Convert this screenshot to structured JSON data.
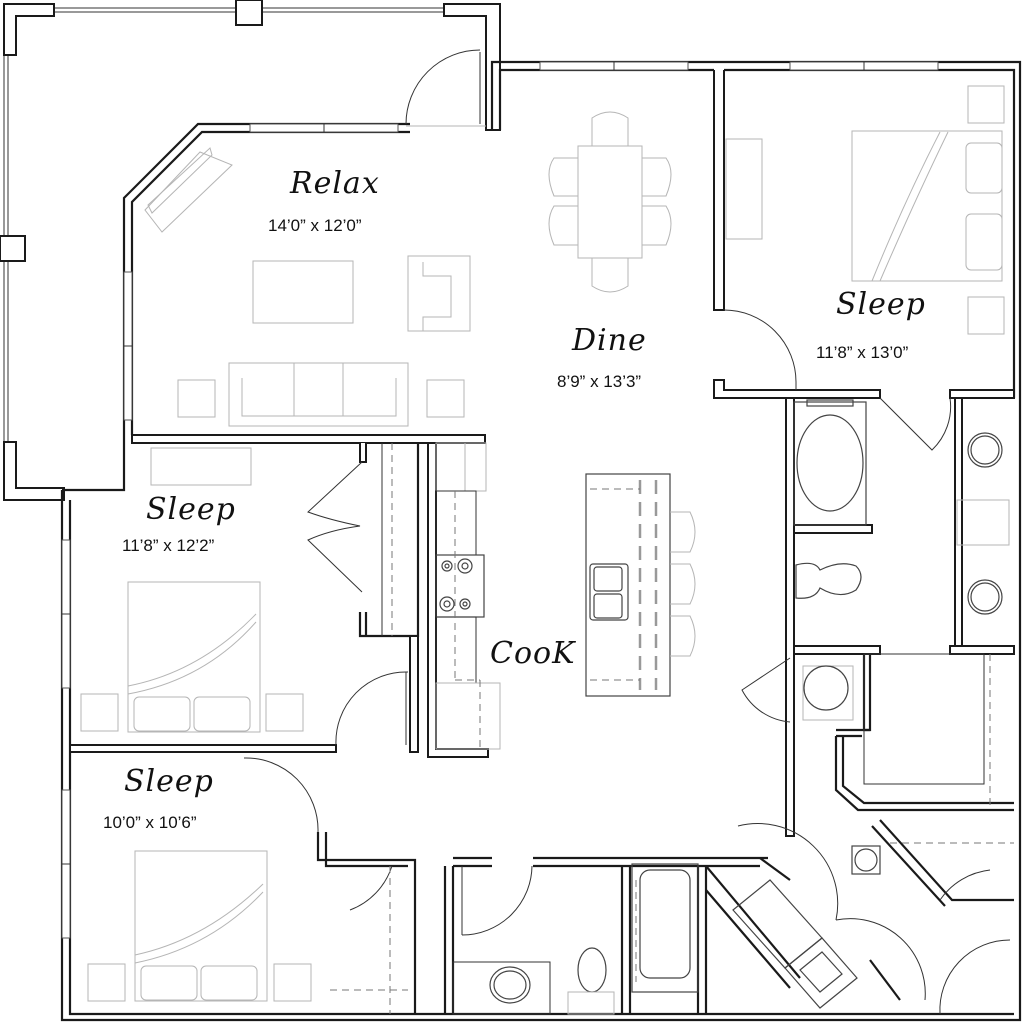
{
  "plan": {
    "rooms": [
      {
        "id": "relax",
        "name": "Relax",
        "dimensions": "14’0” x 12’0”"
      },
      {
        "id": "dine",
        "name": "Dine",
        "dimensions": "8’9” x 13’3”"
      },
      {
        "id": "sleep_master",
        "name": "Sleep",
        "dimensions": "11’8” x 13’0”"
      },
      {
        "id": "sleep_2",
        "name": "Sleep",
        "dimensions": "11’8” x 12’2”"
      },
      {
        "id": "sleep_3",
        "name": "Sleep",
        "dimensions": "10’0” x 10’6”"
      },
      {
        "id": "cook",
        "name": "CooK",
        "dimensions": ""
      }
    ],
    "colors": {
      "wall": "#1a1a1a",
      "furniture": "#b5b5b5",
      "background": "#ffffff"
    }
  }
}
